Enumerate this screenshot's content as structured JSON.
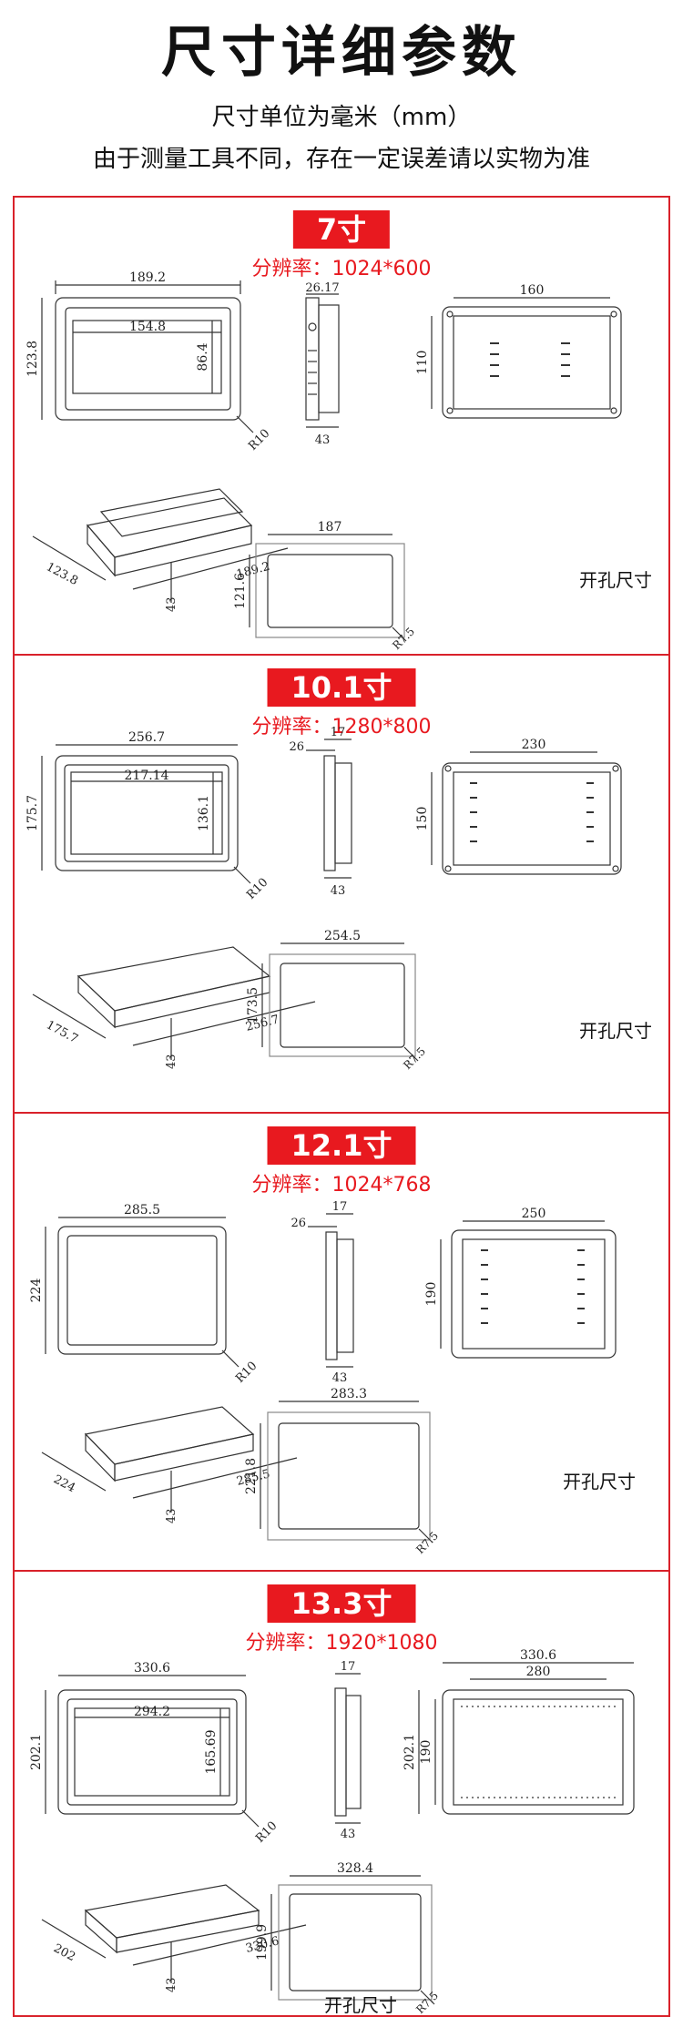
{
  "header": {
    "title": "尺寸详细参数",
    "unit_note": "尺寸单位为毫米（mm）",
    "tolerance_note": "由于测量工具不同，存在一定误差请以实物为准"
  },
  "resolution_label": "分辨率：",
  "cutout_label": "开孔尺寸",
  "models": [
    {
      "size": "7寸",
      "resolution": "1024*600",
      "front_w": "189.2",
      "front_h": "123.8",
      "view_w": "154.8",
      "view_h": "86.4",
      "radius": "R10",
      "side_a": "26.17",
      "side_d": "43",
      "back_w": "160",
      "back_h": "110",
      "persp_w": "189.2",
      "persp_h": "123.8",
      "persp_d": "43",
      "cut_w": "187",
      "cut_h": "121.6",
      "cut_r": "R7.5"
    },
    {
      "size": "10.1寸",
      "resolution": "1280*800",
      "front_w": "256.7",
      "front_h": "175.7",
      "view_w": "217.14",
      "view_h": "136.1",
      "radius": "R10",
      "side_top": "17",
      "side_a": "26",
      "side_d": "43",
      "back_w": "230",
      "back_h": "150",
      "persp_w": "256.7",
      "persp_h": "175.7",
      "persp_d": "43",
      "cut_w": "254.5",
      "cut_h": "173.5",
      "cut_r": "R7.5"
    },
    {
      "size": "12.1寸",
      "resolution": "1024*768",
      "front_w": "285.5",
      "front_h": "224",
      "radius": "R10",
      "side_top": "17",
      "side_a": "26",
      "side_d": "43",
      "back_w": "250",
      "back_h": "190",
      "persp_w": "285.5",
      "persp_h": "224",
      "persp_d": "43",
      "cut_w": "283.3",
      "cut_h": "221.8",
      "cut_r": "R7.5"
    },
    {
      "size": "13.3寸",
      "resolution": "1920*1080",
      "front_w": "330.6",
      "front_h": "202.1",
      "view_w": "294.2",
      "view_h": "165.69",
      "radius": "R10",
      "side_top": "17",
      "side_d": "43",
      "back_w": "330.6",
      "back_inner_w": "280",
      "back_h": "202.1",
      "back_inner_h": "190",
      "persp_w": "330.6",
      "persp_h": "202",
      "persp_d": "43",
      "cut_w": "328.4",
      "cut_h": "199.9",
      "cut_r": "R7.5"
    }
  ]
}
